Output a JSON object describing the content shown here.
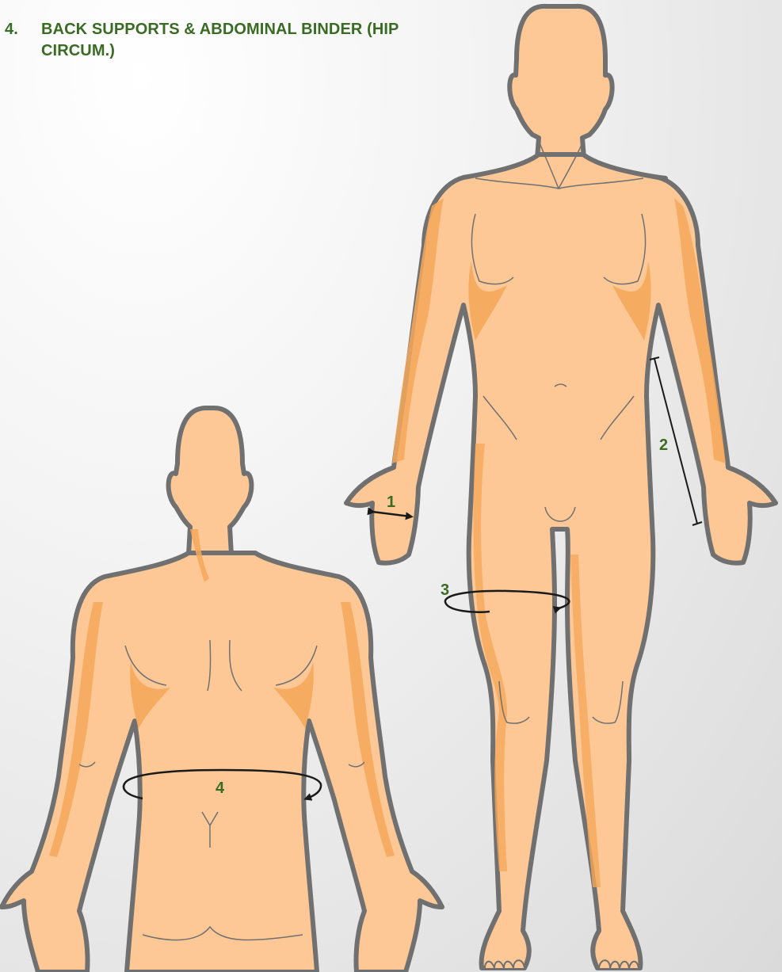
{
  "heading": {
    "number": "4.",
    "line1": "BACK SUPPORTS & ABDOMINAL BINDER (HIP",
    "line2": "CIRCUM.)"
  },
  "measurements": [
    {
      "id": "1",
      "label": "1"
    },
    {
      "id": "2",
      "label": "2"
    },
    {
      "id": "3",
      "label": "3"
    },
    {
      "id": "4",
      "label": "4"
    }
  ],
  "colors": {
    "skin": "#fdc896",
    "skin_shadow": "#f5a85a",
    "outline": "#707070",
    "label": "#3a6b24",
    "measure_line": "#1a1a1a"
  },
  "figures": [
    "front-standing-figure",
    "back-torso-figure"
  ]
}
